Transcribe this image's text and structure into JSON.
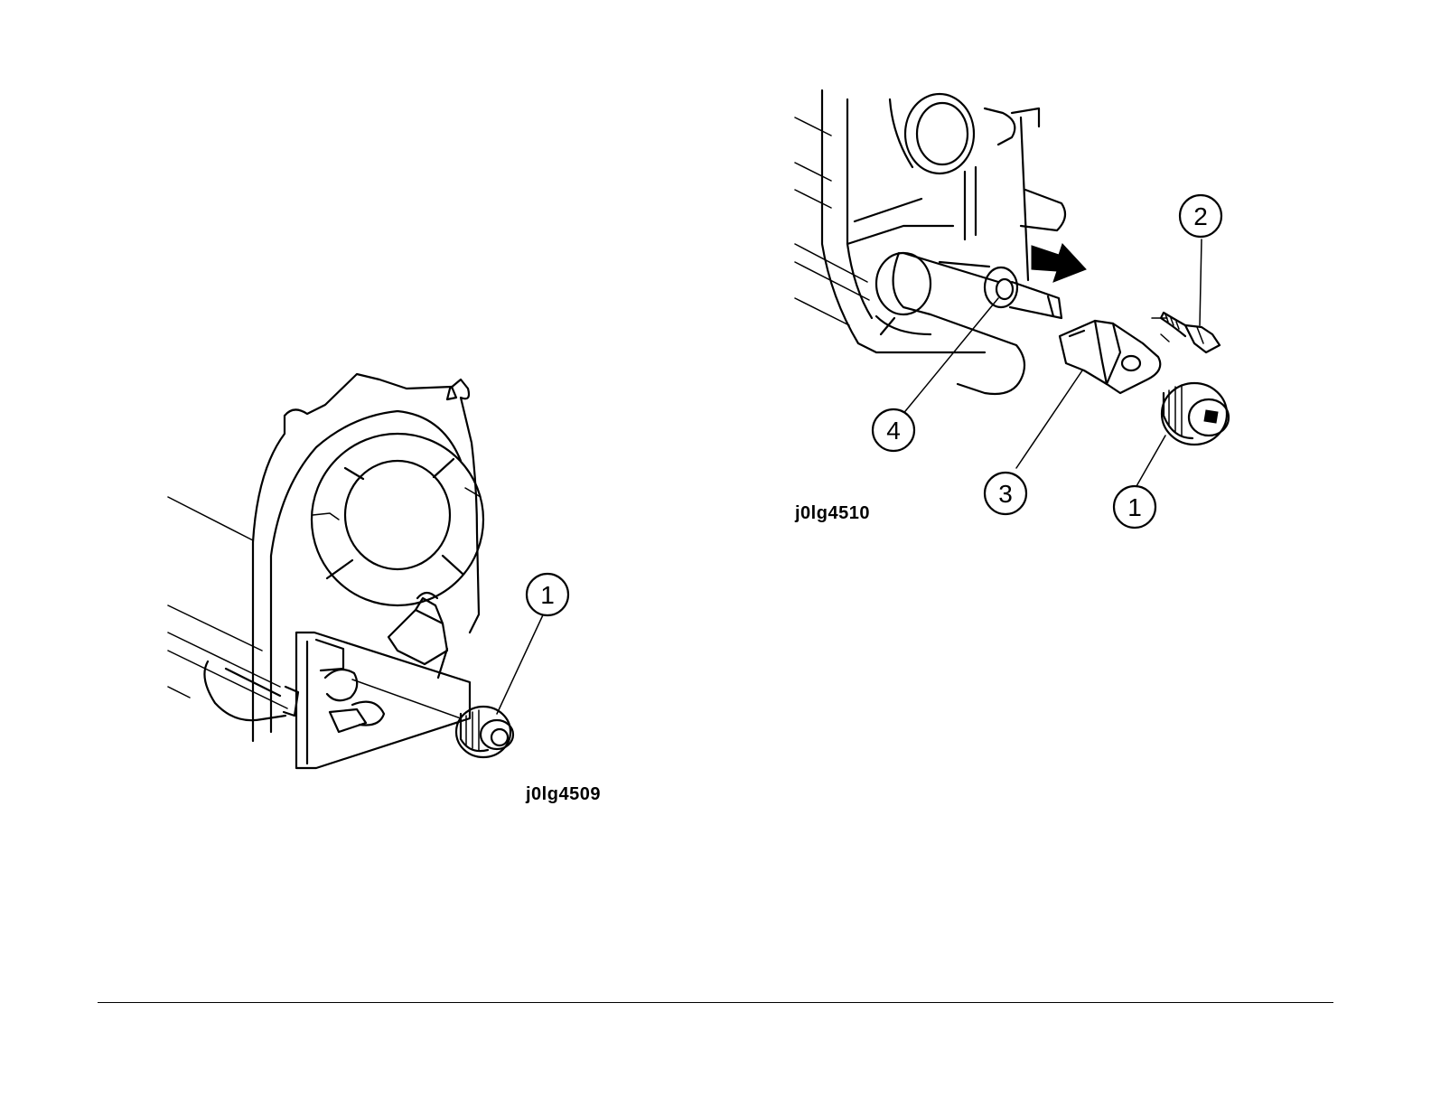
{
  "figures": [
    {
      "id": "j0lg4509",
      "callouts": [
        "1"
      ]
    },
    {
      "id": "j0lg4510",
      "callouts": [
        "1",
        "2",
        "3",
        "4"
      ]
    }
  ],
  "colors": {
    "ink": "#000000",
    "paper": "#ffffff"
  }
}
